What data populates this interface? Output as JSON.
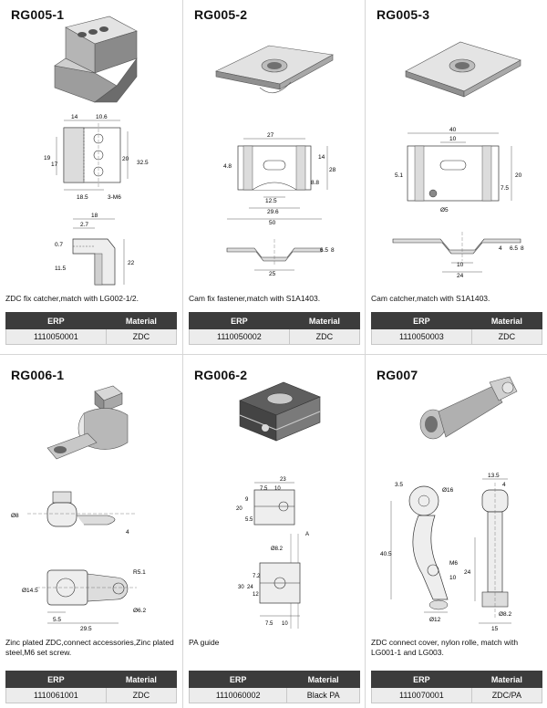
{
  "headers": {
    "erp": "ERP",
    "material": "Material"
  },
  "products": [
    {
      "model": "RG005-1",
      "description": "ZDC fix catcher,match with LG002-1/2.",
      "erp": "1110050001",
      "material": "ZDC",
      "dims": [
        "14",
        "10.6",
        "19",
        "17",
        "20",
        "32.5",
        "18.5",
        "3-M6",
        "18",
        "2.7",
        "0.7",
        "11.5",
        "22"
      ]
    },
    {
      "model": "RG005-2",
      "description": "Cam fix fastener,match with S1A1403.",
      "erp": "1110050002",
      "material": "ZDC",
      "dims": [
        "27",
        "4.8",
        "14",
        "28",
        "8.8",
        "12.5",
        "29.6",
        "50",
        "6.5",
        "8",
        "25"
      ]
    },
    {
      "model": "RG005-3",
      "description": "Cam catcher,match with S1A1403.",
      "erp": "1110050003",
      "material": "ZDC",
      "dims": [
        "40",
        "10",
        "5.1",
        "20",
        "7.5",
        "Ø5",
        "4",
        "6.5",
        "8",
        "10",
        "24"
      ]
    },
    {
      "model": "RG006-1",
      "description": "Zinc plated ZDC,connect accessories,Zinc plated steel,M6 set screw.",
      "erp": "1110061001",
      "material": "ZDC",
      "dims": [
        "Ø8",
        "4",
        "Ø14.5",
        "R5.1",
        "5.5",
        "29.5",
        "Ø6.2"
      ]
    },
    {
      "model": "RG006-2",
      "description": "PA guide",
      "erp": "1110060002",
      "material": "Black PA",
      "dims": [
        "23",
        "7.5",
        "10",
        "20",
        "9",
        "5.5",
        "A",
        "Ø8.2",
        "30",
        "24",
        "7.2",
        "12",
        "7.5",
        "10"
      ]
    },
    {
      "model": "RG007",
      "description": "ZDC connect cover, nylon rolle, match with LG001-1 and LG003.",
      "erp": "1110070001",
      "material": "ZDC/PA",
      "dims": [
        "3.5",
        "Ø16",
        "13.5",
        "4",
        "40.5",
        "M6",
        "10",
        "24",
        "Ø12",
        "Ø8.2",
        "15"
      ]
    }
  ]
}
